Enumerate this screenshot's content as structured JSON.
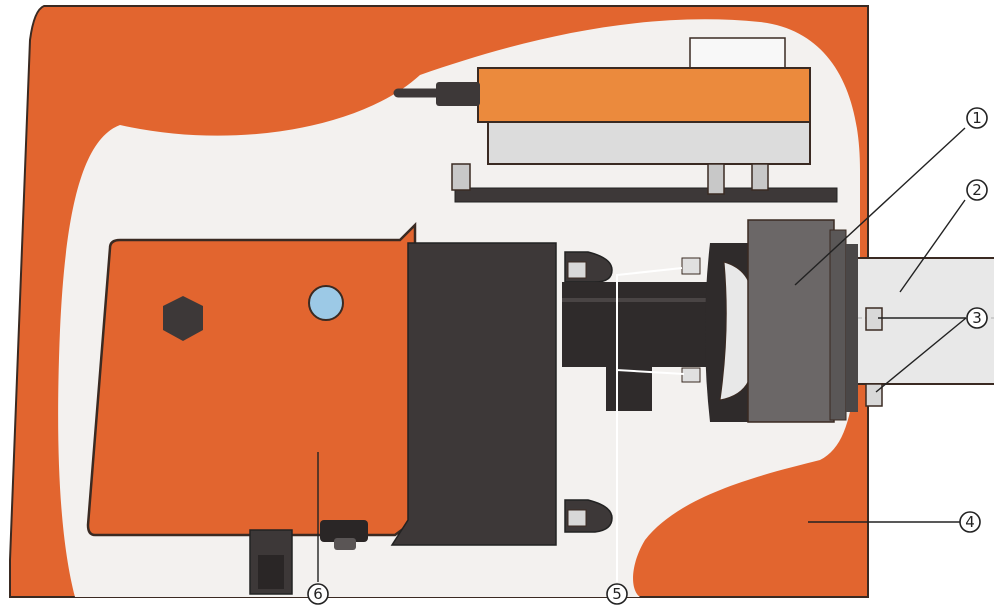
{
  "colors": {
    "housing_orange": "#e2652f",
    "housing_outline": "#3a2a22",
    "cutaway_white": "#f3f1ef",
    "dark_grey": "#3d3838",
    "mid_grey": "#6b6767",
    "light_grey": "#dcdcdc",
    "bright_orange": "#eb8a3d",
    "pipe_light": "#e8e8e8",
    "window_blue": "#9cc9e6",
    "line": "#222222"
  },
  "callouts": [
    {
      "id": "1",
      "label": "1"
    },
    {
      "id": "2",
      "label": "2"
    },
    {
      "id": "3",
      "label": "3"
    },
    {
      "id": "4",
      "label": "4"
    },
    {
      "id": "5",
      "label": "5"
    },
    {
      "id": "6",
      "label": "6"
    }
  ]
}
